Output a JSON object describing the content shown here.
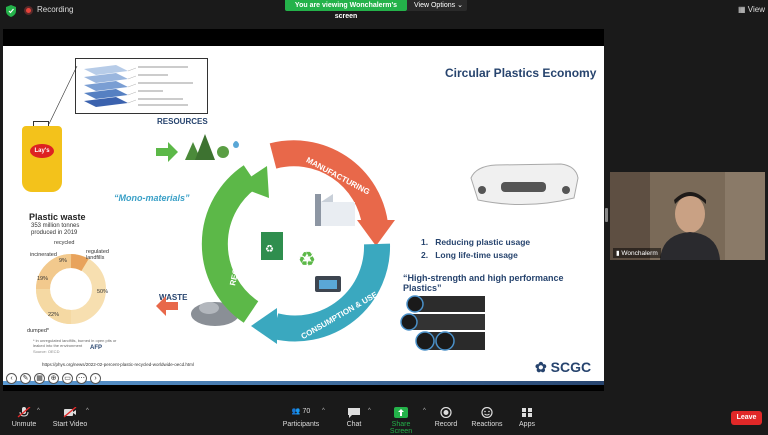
{
  "topbar": {
    "recording_label": "Recording",
    "viewing_banner": "You are viewing Wonchalerm's screen",
    "view_options": "View Options",
    "view_button": "View"
  },
  "slide": {
    "title": "Circular Plastics Economy",
    "label_resources": "RESOURCES",
    "label_waste": "WASTE",
    "label_manufacturing": "MANUFACTURING",
    "label_consumption": "CONSUMPTION & USE",
    "label_recycling": "RECYCLING",
    "mono_materials": "“Mono-materials”",
    "high_strength": "“High-strength and high performance Plastics”",
    "list": [
      {
        "num": "1.",
        "text": "Reducing plastic usage"
      },
      {
        "num": "2.",
        "text": "Long life-time usage"
      }
    ],
    "chips_logo": "Lay's",
    "plastic_waste": {
      "title": "Plastic waste",
      "subtitle_line1": "353 million tonnes",
      "subtitle_line2": "produced in 2019",
      "labels": {
        "recycled": "recycled",
        "regulated": "regulated landfills",
        "incinerated": "incinerated",
        "dumped": "dumped*",
        "pct_9": "9%",
        "pct_19": "19%",
        "pct_50": "50%",
        "pct_22": "22%"
      },
      "note": "* in unregulated landfills, burned in open pits or leaked into the environment",
      "source": "Source: OECD",
      "afp": "AFP"
    },
    "url": "https://phys.org/news/2022-02-percent-plastic-recycled-worldwide-oecd.html",
    "brand": "SCGC"
  },
  "video": {
    "name": "Wonchalerm"
  },
  "bottombar": {
    "unmute": "Unmute",
    "start_video": "Start Video",
    "participants": "Participants",
    "participants_count": "70",
    "chat": "Chat",
    "share_screen": "Share Screen",
    "record": "Record",
    "reactions": "Reactions",
    "apps": "Apps",
    "leave": "Leave"
  },
  "colors": {
    "green_banner": "#24b24a",
    "leave_red": "#e02828",
    "slide_navy": "#27446e",
    "arrow_orange": "#e8684a",
    "arrow_green": "#5cb848",
    "arrow_teal": "#3aa8bf"
  }
}
